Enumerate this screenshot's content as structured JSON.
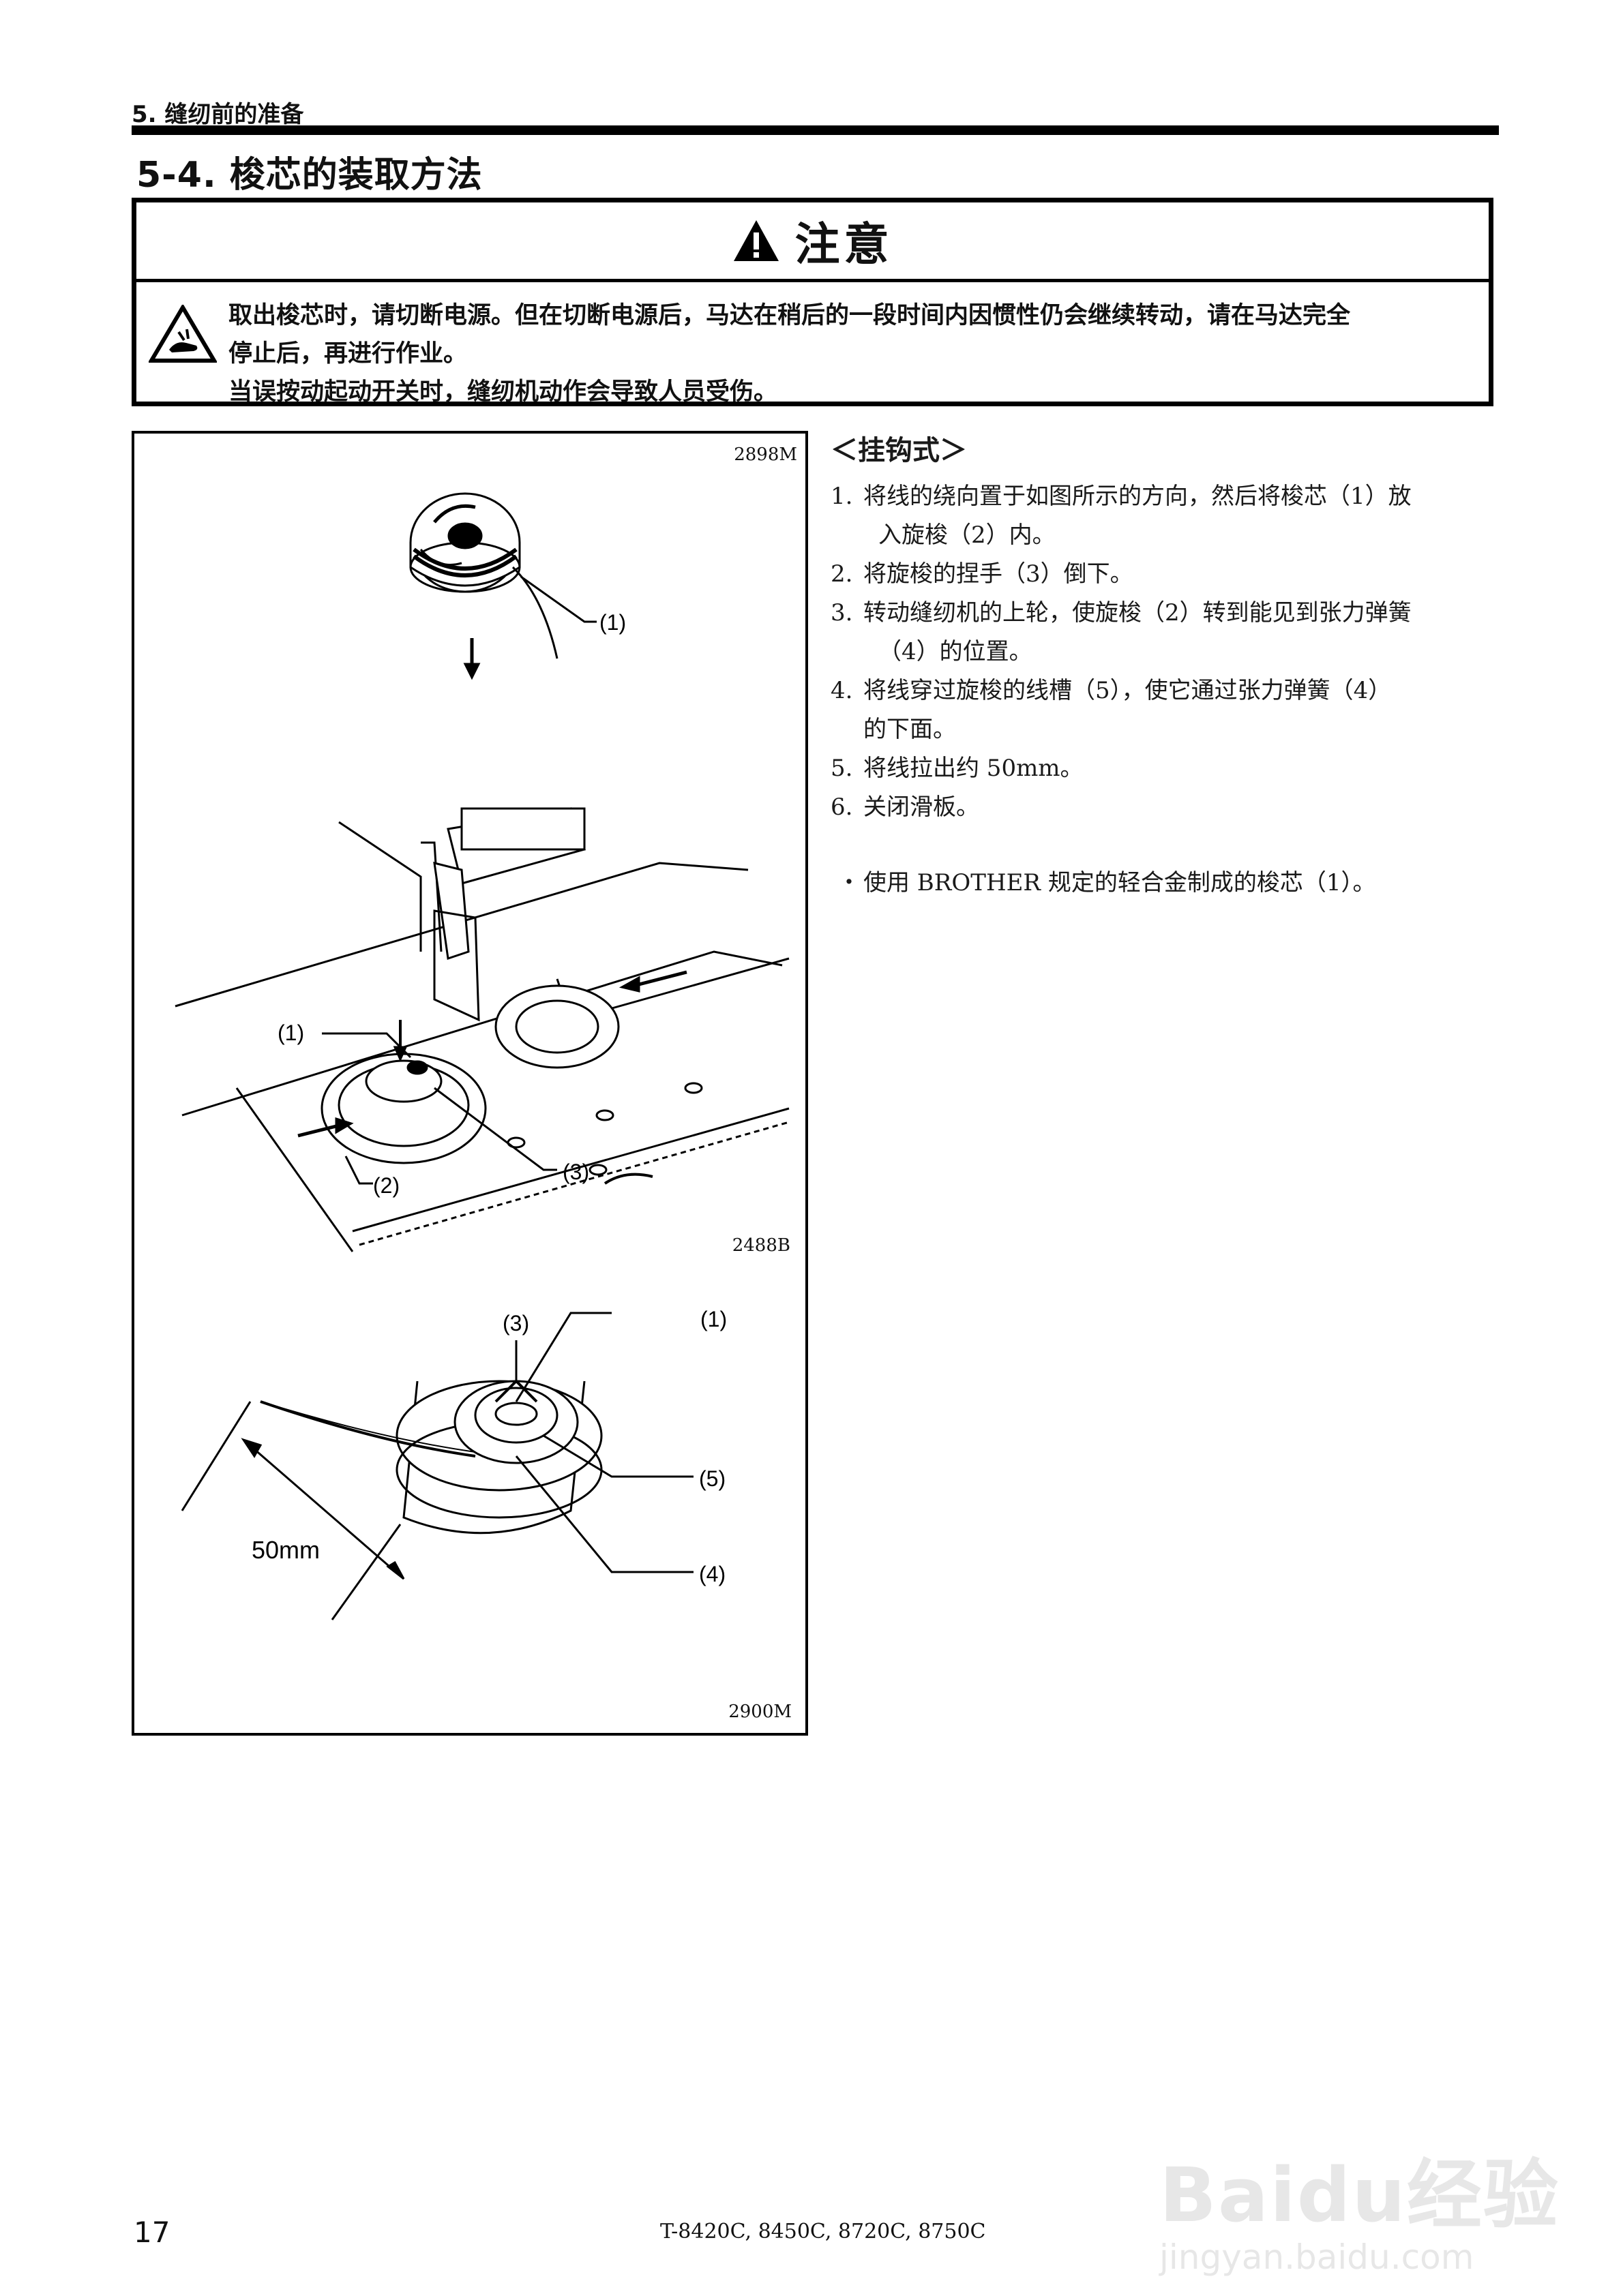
{
  "header": {
    "section": "5. 缝纫前的准备",
    "title": "5-4. 梭芯的装取方法"
  },
  "caution": {
    "title": "注意",
    "lines": [
      "取出梭芯时，请切断电源。但在切断电源后，马达在稍后的一段时间内因惯性仍会继续转动，请在马达完全",
      "停止后，再进行作业。",
      "当误按动起动开关时，缝纫机动作会导致人员受伤。"
    ],
    "icons": [
      "warning-triangle-icon",
      "hand-hazard-icon"
    ]
  },
  "figure": {
    "codes": [
      "2898M",
      "2488B",
      "2900M"
    ],
    "labels": {
      "top_1": "(1)",
      "mid_1": "(1)",
      "mid_2": "(2)",
      "mid_3": "(3)",
      "bot_3": "(3)",
      "bot_1": "(1)",
      "bot_5": "(5)",
      "bot_4": "(4)",
      "dimension": "50mm"
    }
  },
  "instructions": {
    "heading": "＜挂钩式＞",
    "steps": [
      {
        "num": "1.",
        "lines": [
          "将线的绕向置于如图所示的方向，然后将梭芯（1）放",
          "入旋梭（2）内。"
        ]
      },
      {
        "num": "2.",
        "lines": [
          "将旋梭的捏手（3）倒下。"
        ]
      },
      {
        "num": "3.",
        "lines": [
          "转动缝纫机的上轮，使旋梭（2）转到能见到张力弹簧",
          "（4）的位置。"
        ]
      },
      {
        "num": "4.",
        "lines": [
          "将线穿过旋梭的线槽（5），使它通过张力弹簧（4）",
          "的下面。"
        ]
      },
      {
        "num": "5.",
        "lines": [
          "将线拉出约 50mm。"
        ]
      },
      {
        "num": "6.",
        "lines": [
          "关闭滑板。"
        ]
      }
    ],
    "note": {
      "bullet": "・",
      "text": "使用 BROTHER 规定的轻合金制成的梭芯（1）。"
    }
  },
  "footer": {
    "page_number": "17",
    "models": "T-8420C, 8450C, 8720C, 8750C"
  },
  "watermark": {
    "main": "Baidu经验",
    "sub": "jingyan.baidu.com"
  }
}
